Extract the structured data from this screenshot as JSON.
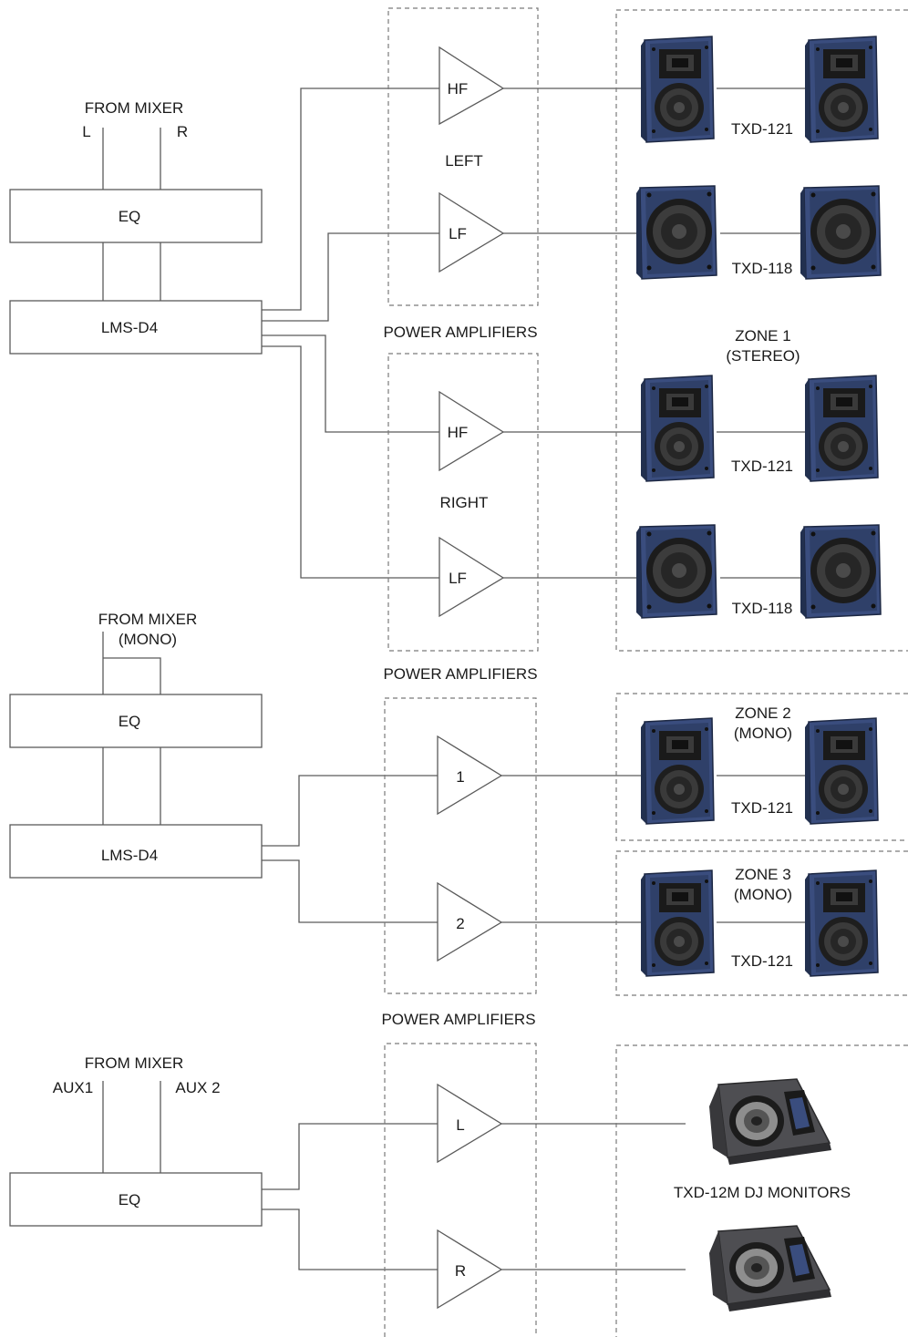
{
  "labels": {
    "from_mixer": "FROM MIXER",
    "ch_l": "L",
    "ch_r": "R",
    "from_mixer_mono_1": "FROM MIXER",
    "from_mixer_mono_2": "(MONO)",
    "from_mixer_aux": "FROM MIXER",
    "aux1": "AUX1",
    "aux2": "AUX 2",
    "left": "LEFT",
    "right": "RIGHT",
    "power_amplifiers": "POWER AMPLIFIERS",
    "zone1_a": "ZONE 1",
    "zone1_b": "(STEREO)",
    "zone2_a": "ZONE 2",
    "zone2_b": "(MONO)",
    "zone3_a": "ZONE 3",
    "zone3_b": "(MONO)",
    "dj_monitors": "TXD-12M DJ MONITORS"
  },
  "boxes": {
    "eq": "EQ",
    "lms": "LMS-D4"
  },
  "amps": {
    "hf": "HF",
    "lf": "LF",
    "one": "1",
    "two": "2",
    "l": "L",
    "r": "R"
  },
  "speaker_models": {
    "txd121": "TXD-121",
    "txd118": "TXD-118"
  },
  "colors": {
    "cabinet_blue": "#3a4d7e",
    "cabinet_dark": "#22304f",
    "woofer": "#2a2a2a",
    "monitor_grey": "#4e4e52"
  }
}
